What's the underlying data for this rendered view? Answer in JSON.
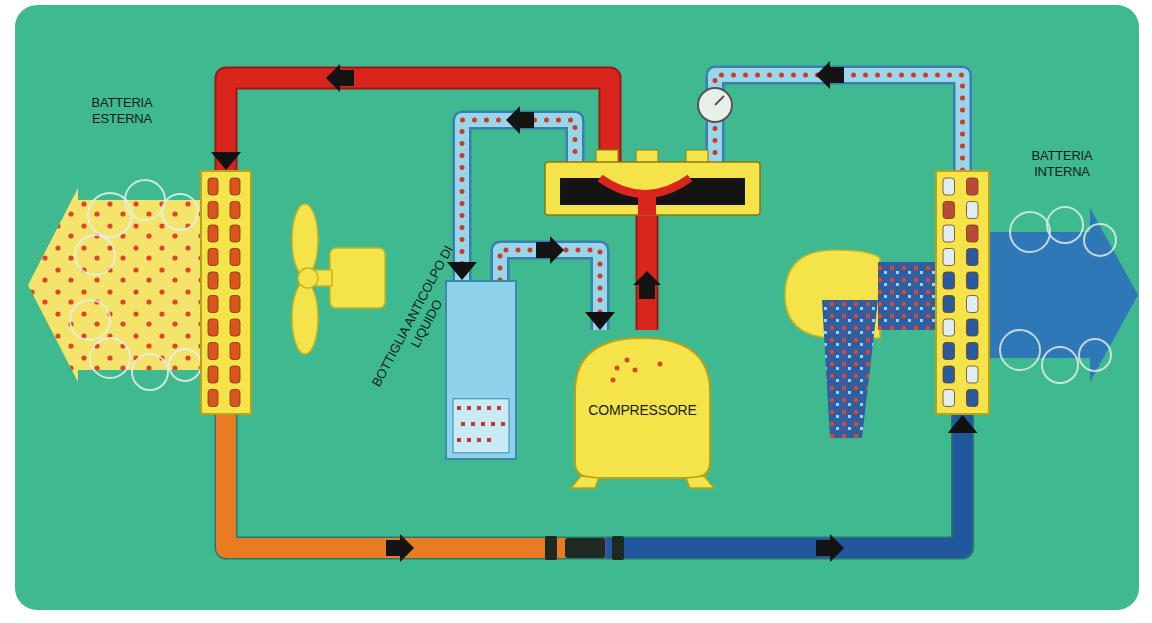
{
  "diagram": {
    "nodes": [
      {
        "text": [
          "BATTERIA ESTERNA"
        ]
      },
      {
        "text": [
          "BOTTIGLIA ANTICOLPO DI LIQUIDO"
        ]
      },
      {
        "text": [
          "COMPRESSORE"
        ]
      },
      {
        "text": [
          "BATTERIA INTERNA"
        ]
      }
    ],
    "edges": [
      {
        "from": 2,
        "to": 0,
        "arrow": "to"
      },
      {
        "from": 0,
        "to": 3,
        "arrow": "to"
      },
      {
        "from": 3,
        "to": 1,
        "arrow": "to"
      },
      {
        "from": 1,
        "to": 2,
        "arrow": "to"
      }
    ]
  }
}
